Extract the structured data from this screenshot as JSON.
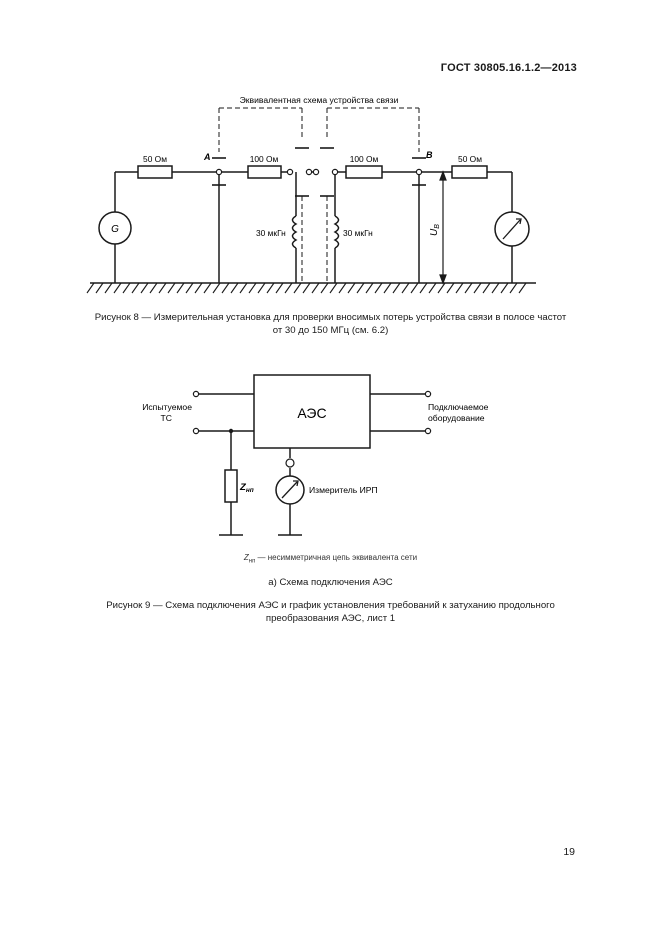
{
  "header": {
    "standard": "ГОСТ 30805.16.1.2—2013"
  },
  "figure8": {
    "top_label": "Эквивалентная схема устройства связи",
    "point_a": "A",
    "point_b": "B",
    "r50_left": "50 Ом",
    "r100_left": "100 Ом",
    "r100_right": "100 Ом",
    "r50_right": "50 Ом",
    "l30_left": "30 мкГн",
    "l30_right": "30 мкГн",
    "generator_symbol": "G",
    "voltage_main": "U",
    "voltage_sub": "B",
    "caption_line1": "Рисунок 8 — Измерительная установка для проверки вносимых потерь устройства связи в полосе частот",
    "caption_line2": "от 30 до 150 МГц (см. 6.2)"
  },
  "figure9": {
    "left_label_line1": "Испытуемое",
    "left_label_line2": "ТС",
    "block_label": "АЭС",
    "right_label_line1": "Подключаемое",
    "right_label_line2": "оборудование",
    "z_main": "Z",
    "z_sub": "нп",
    "meter_label": "Измеритель ИРП",
    "legend_text": " — несимметричная цепь эквивалента сети",
    "subcaption": "а) Схема подключения АЭС",
    "caption_line1": "Рисунок 9 — Схема подключения АЭС и график установления требований к затуханию продольного",
    "caption_line2": "преобразования АЭС, лист 1"
  },
  "page": {
    "number": "19"
  }
}
